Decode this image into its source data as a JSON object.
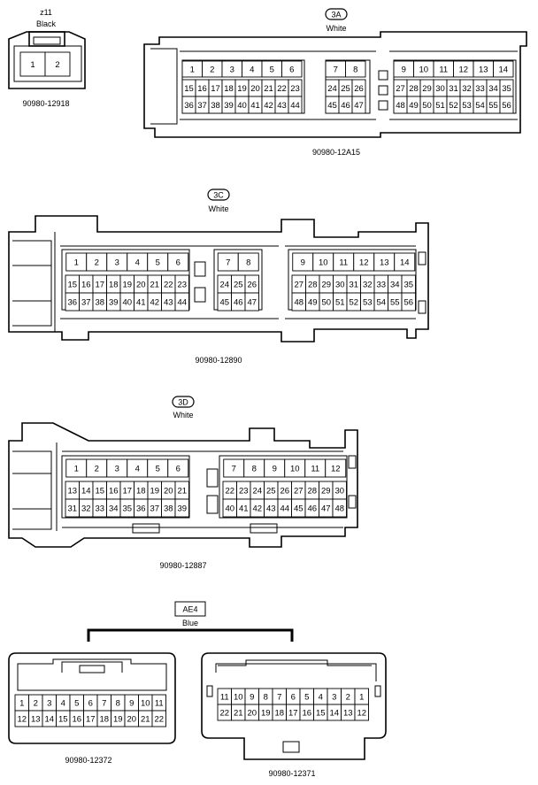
{
  "connectors": [
    {
      "id": "z11",
      "color": "Black",
      "part": "90980-12918",
      "pins": [
        "1",
        "2"
      ]
    },
    {
      "id": "3A",
      "color": "White",
      "part": "90980-12A15",
      "groups": [
        {
          "top": [
            "1",
            "2",
            "3",
            "4",
            "5",
            "6"
          ],
          "r2": [
            "15",
            "16",
            "17",
            "18",
            "19",
            "20",
            "21",
            "22",
            "23"
          ],
          "r3": [
            "36",
            "37",
            "38",
            "39",
            "40",
            "41",
            "42",
            "43",
            "44"
          ]
        },
        {
          "top": [
            "7",
            "8"
          ],
          "r2": [
            "24",
            "25",
            "26"
          ],
          "r3": [
            "45",
            "46",
            "47"
          ]
        },
        {
          "top": [
            "9",
            "10",
            "11",
            "12",
            "13",
            "14"
          ],
          "r2": [
            "27",
            "28",
            "29",
            "30",
            "31",
            "32",
            "33",
            "34",
            "35"
          ],
          "r3": [
            "48",
            "49",
            "50",
            "51",
            "52",
            "53",
            "54",
            "55",
            "56"
          ]
        }
      ]
    },
    {
      "id": "3C",
      "color": "White",
      "part": "90980-12890",
      "groups": [
        {
          "top": [
            "1",
            "2",
            "3",
            "4",
            "5",
            "6"
          ],
          "r2": [
            "15",
            "16",
            "17",
            "18",
            "19",
            "20",
            "21",
            "22",
            "23"
          ],
          "r3": [
            "36",
            "37",
            "38",
            "39",
            "40",
            "41",
            "42",
            "43",
            "44"
          ]
        },
        {
          "top": [
            "7",
            "8"
          ],
          "r2": [
            "24",
            "25",
            "26"
          ],
          "r3": [
            "45",
            "46",
            "47"
          ]
        },
        {
          "top": [
            "9",
            "10",
            "11",
            "12",
            "13",
            "14"
          ],
          "r2": [
            "27",
            "28",
            "29",
            "30",
            "31",
            "32",
            "33",
            "34",
            "35"
          ],
          "r3": [
            "48",
            "49",
            "50",
            "51",
            "52",
            "53",
            "54",
            "55",
            "56"
          ]
        }
      ]
    },
    {
      "id": "3D",
      "color": "White",
      "part": "90980-12887",
      "groups": [
        {
          "top": [
            "1",
            "2",
            "3",
            "4",
            "5",
            "6"
          ],
          "r2": [
            "13",
            "14",
            "15",
            "16",
            "17",
            "18",
            "19",
            "20",
            "21"
          ],
          "r3": [
            "31",
            "32",
            "33",
            "34",
            "35",
            "36",
            "37",
            "38",
            "39"
          ]
        },
        {
          "top": [
            "7",
            "8",
            "9",
            "10",
            "11",
            "12"
          ],
          "r2": [
            "22",
            "23",
            "24",
            "25",
            "26",
            "27",
            "28",
            "29",
            "30"
          ],
          "r3": [
            "40",
            "41",
            "42",
            "43",
            "44",
            "45",
            "46",
            "47",
            "48"
          ]
        }
      ]
    },
    {
      "id": "AE4",
      "color": "Blue",
      "left": {
        "part": "90980-12372",
        "r1": [
          "1",
          "2",
          "3",
          "4",
          "5",
          "6",
          "7",
          "8",
          "9",
          "10",
          "11"
        ],
        "r2": [
          "12",
          "13",
          "14",
          "15",
          "16",
          "17",
          "18",
          "19",
          "20",
          "21",
          "22"
        ]
      },
      "right": {
        "part": "90980-12371",
        "r1": [
          "11",
          "10",
          "9",
          "8",
          "7",
          "6",
          "5",
          "4",
          "3",
          "2",
          "1"
        ],
        "r2": [
          "22",
          "21",
          "20",
          "19",
          "18",
          "17",
          "16",
          "15",
          "14",
          "13",
          "12"
        ]
      }
    }
  ]
}
